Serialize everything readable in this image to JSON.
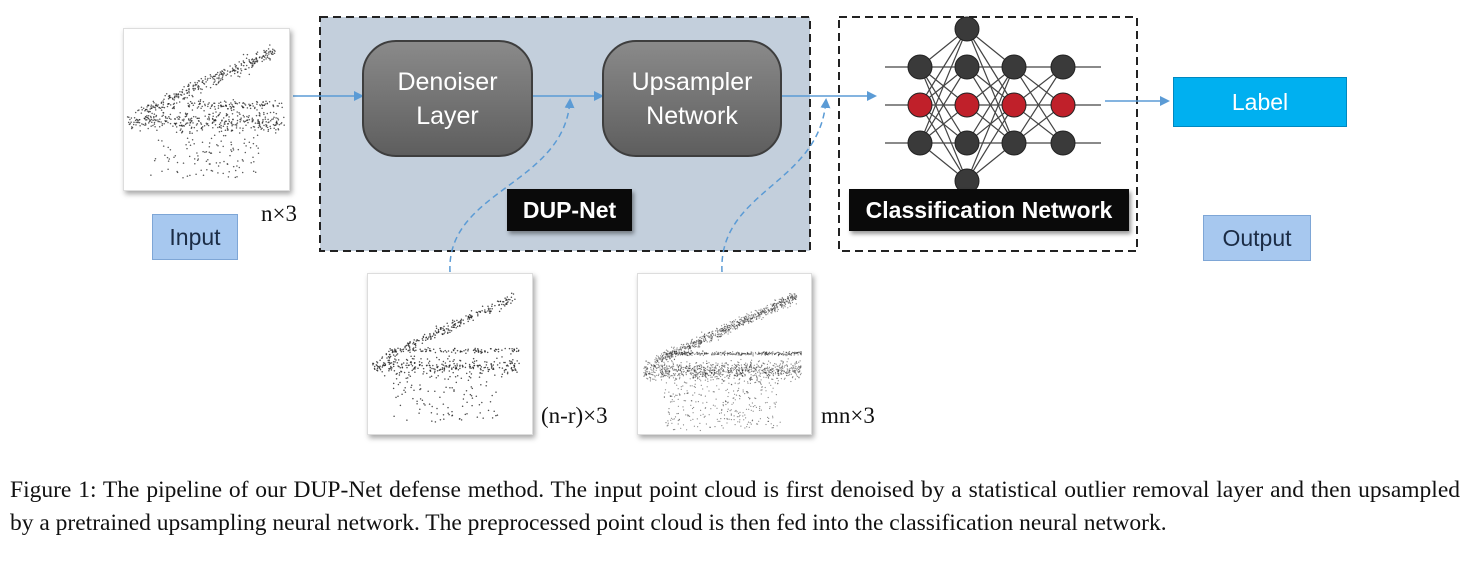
{
  "diagram": {
    "input_label": "Input",
    "output_label": "Output",
    "label_box": "Label",
    "denoiser_label": "Denoiser\nLayer",
    "upsampler_label": "Upsampler\nNetwork",
    "dupnet_tag": "DUP-Net",
    "classification_tag": "Classification Network",
    "dims": {
      "input": "n×3",
      "denoised": "(n-r)×3",
      "upsampled": "mn×3"
    },
    "colors": {
      "dupnet_fill": "#c3cfdc",
      "arrow": "#5b9bd5",
      "node_dark": "#3a3a3a",
      "node_red": "#c0202a",
      "label_fill": "#00b0f0",
      "tag_light_fill": "#a7c8ef"
    },
    "network_layers": [
      {
        "nodes": [
          "dark",
          "red",
          "dark"
        ]
      },
      {
        "nodes": [
          "dark",
          "dark",
          "red",
          "dark",
          "dark"
        ]
      },
      {
        "nodes": [
          "dark",
          "red",
          "dark"
        ]
      },
      {
        "nodes": [
          "dark",
          "red",
          "dark"
        ]
      }
    ]
  },
  "caption": {
    "text": "Figure 1: The pipeline of our DUP-Net defense method. The input point cloud is first denoised by a statistical outlier removal layer and then upsampled by a pretrained upsampling neural network. The preprocessed point cloud is then fed into the classification neural network."
  }
}
